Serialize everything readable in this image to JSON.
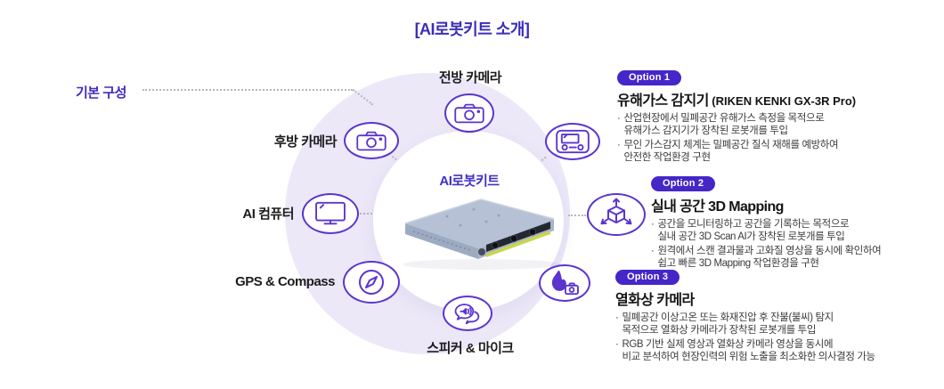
{
  "title": "[AI로봇키트 소개]",
  "basic_config_label": "기본 구성",
  "center": {
    "label": "AI로봇키트"
  },
  "components": [
    {
      "id": "front-camera",
      "label": "전방 카메라",
      "icon": "camera-icon"
    },
    {
      "id": "rear-camera",
      "label": "후방 카메라",
      "icon": "camera-icon"
    },
    {
      "id": "ai-computer",
      "label": "AI 컴퓨터",
      "icon": "monitor-icon"
    },
    {
      "id": "gps-compass",
      "label": "GPS & Compass",
      "icon": "compass-icon"
    },
    {
      "id": "speaker-mic",
      "label": "스피커 & 마이크",
      "icon": "speech-speaker-icon"
    }
  ],
  "option_icons": [
    {
      "id": "gas-detector",
      "icon": "gas-detector-icon"
    },
    {
      "id": "3d-mapping",
      "icon": "cube-3d-icon"
    },
    {
      "id": "thermal-cam",
      "icon": "flame-camera-icon"
    }
  ],
  "options": [
    {
      "badge": "Option 1",
      "title": "유해가스 감지기",
      "title_sub": " (RIKEN KENKI GX-3R Pro)",
      "bullets": [
        "산업현장에서 밀폐공간 유해가스 측정을 목적으로\n유해가스 감지기가 장착된 로봇개를 투입",
        "무인 가스감지 체계는 밀폐공간 질식 재해를 예방하여\n안전한 작업환경 구현"
      ]
    },
    {
      "badge": "Option 2",
      "title": "실내 공간 3D Mapping",
      "bullets": [
        "공간을 모니터링하고 공간을 기록하는 목적으로\n실내 공간 3D Scan AI가 장착된 로봇개를 투입",
        "원격에서 스캔 결과물과 고화질 영상을 동시에 확인하여\n쉽고 빠른 3D Mapping 작업환경을 구현"
      ]
    },
    {
      "badge": "Option 3",
      "title": "열화상 카메라",
      "bullets": [
        "밀폐공간 이상고온 또는 화재진압 후 잔불(불씨) 탐지\n목적으로 열화상 카메라가 장착된 로봇개를 투입",
        "RGB 기반 실제 영상과 열화상 카메라 영상을 동시에\n비교 분석하여 현장인력의 위험 노출을 최소화한 의사결정 가능"
      ]
    }
  ],
  "colors": {
    "accent_purple": "#4526c8",
    "title_purple": "#3a2db8",
    "icon_stroke": "#5b35ce",
    "ring_lavender": "#ece8f8",
    "body_text": "#3b3b3b",
    "device_body": "#aab7ce",
    "device_strip": "#c9d64e"
  }
}
